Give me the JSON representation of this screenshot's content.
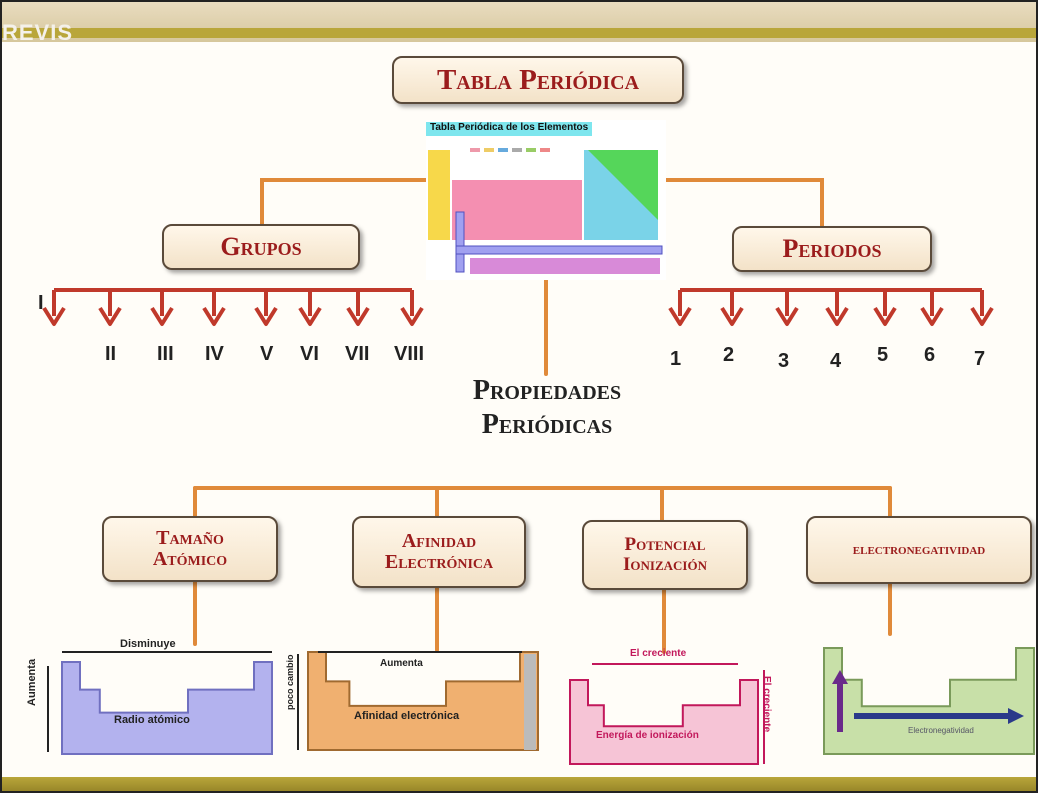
{
  "top_banner_text": "REVIS",
  "root": "Tabla Periódica",
  "table_image": {
    "title": "Tabla Periódica de los Elementos"
  },
  "grupos": {
    "label": "Grupos",
    "items": [
      "I",
      "II",
      "III",
      "IV",
      "V",
      "VI",
      "VII",
      "VIII"
    ]
  },
  "periodos": {
    "label": "Periodos",
    "items": [
      "1",
      "2",
      "3",
      "4",
      "5",
      "6",
      "7"
    ]
  },
  "propiedades": {
    "line1": "Propiedades",
    "line2": "Periódicas"
  },
  "properties": [
    {
      "line1": "Tamaño",
      "line2": "Atómico",
      "image_top": "Disminuye",
      "image_side": "Aumenta",
      "image_center": "Radio atómico",
      "image_color": "#b3b2ee"
    },
    {
      "line1": "Afinidad",
      "line2": "Electrónica",
      "image_top": "Aumenta",
      "image_side": "poco cambio",
      "image_center": "Afinidad electrónica",
      "image_color": "#f0b070"
    },
    {
      "line1": "Potencial",
      "line2": "Ionización",
      "image_top": "El creciente",
      "image_side": "El creciente",
      "image_center": "Energía de ionización",
      "image_color": "#f6c4d6"
    },
    {
      "line1": "electronegatividad",
      "line2": "",
      "image_top": "",
      "image_side": "",
      "image_center": "Electronegatividad",
      "image_color": "#c8e0a8"
    }
  ],
  "colors": {
    "connector": "#e08a3a",
    "arrow": "#c0392b",
    "node_text": "#9b1c1c"
  }
}
